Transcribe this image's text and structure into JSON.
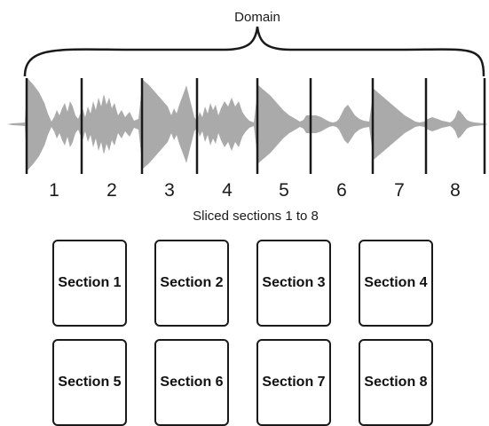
{
  "diagram": {
    "domain_label": "Domain",
    "section_numbers": [
      "1",
      "2",
      "3",
      "4",
      "5",
      "6",
      "7",
      "8"
    ],
    "caption": "Sliced sections 1 to 8",
    "waveform_color": "#aaaaaa",
    "line_color": "#1a1a1a"
  },
  "pads": [
    {
      "label": "Section 1"
    },
    {
      "label": "Section 2"
    },
    {
      "label": "Section 3"
    },
    {
      "label": "Section 4"
    },
    {
      "label": "Section 5"
    },
    {
      "label": "Section 6"
    },
    {
      "label": "Section 7"
    },
    {
      "label": "Section 8"
    }
  ]
}
